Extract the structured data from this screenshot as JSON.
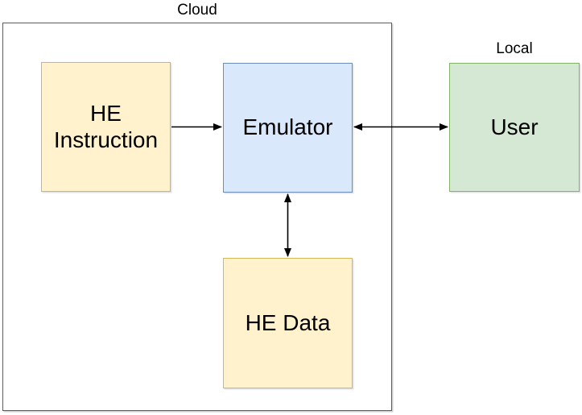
{
  "diagram": {
    "regions": {
      "cloud": {
        "label": "Cloud"
      },
      "local": {
        "label": "Local"
      }
    },
    "nodes": {
      "he_instruction": {
        "label": "HE Instruction",
        "color": "yellow"
      },
      "emulator": {
        "label": "Emulator",
        "color": "blue"
      },
      "he_data": {
        "label": "HE Data",
        "color": "yellow"
      },
      "user": {
        "label": "User",
        "color": "green"
      }
    },
    "edges": [
      {
        "from": "HE Instruction",
        "to": "Emulator",
        "direction": "one-way"
      },
      {
        "from": "Emulator",
        "to": "User",
        "direction": "two-way"
      },
      {
        "from": "Emulator",
        "to": "HE Data",
        "direction": "two-way"
      }
    ],
    "colors": {
      "yellow_fill": "#FFF2CC",
      "yellow_border": "#D6B656",
      "blue_fill": "#DAE8FC",
      "blue_border": "#6C8EBF",
      "green_fill": "#D5E8D4",
      "green_border": "#82B366",
      "outline": "#5C5C5C",
      "arrow": "#000000"
    }
  }
}
